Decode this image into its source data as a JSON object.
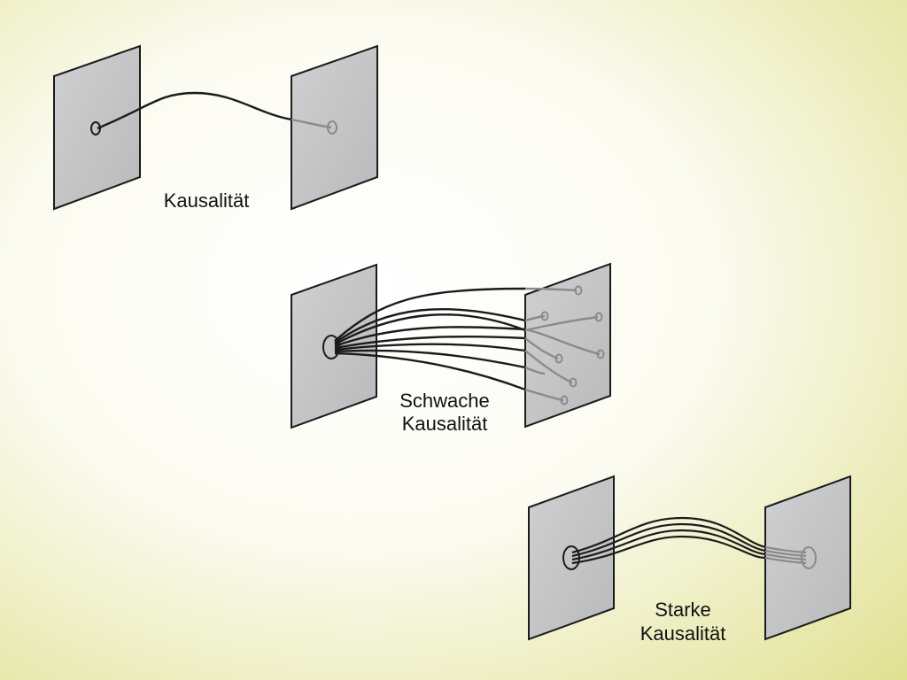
{
  "diagrams": [
    {
      "id": "causality",
      "label_lines": [
        "Kausalität"
      ]
    },
    {
      "id": "weak-causality",
      "label_lines": [
        "Schwache",
        "Kausalität"
      ]
    },
    {
      "id": "strong-causality",
      "label_lines": [
        "Starke",
        "Kausalität"
      ]
    }
  ],
  "colors": {
    "background_light": "#ffffff",
    "background_tint": "#dfe08e",
    "panel_fill": "#c6c7c8",
    "panel_edge": "#1b1b1b",
    "wire": "#1b1b1b",
    "wire_behind": "#8a8a8a"
  }
}
